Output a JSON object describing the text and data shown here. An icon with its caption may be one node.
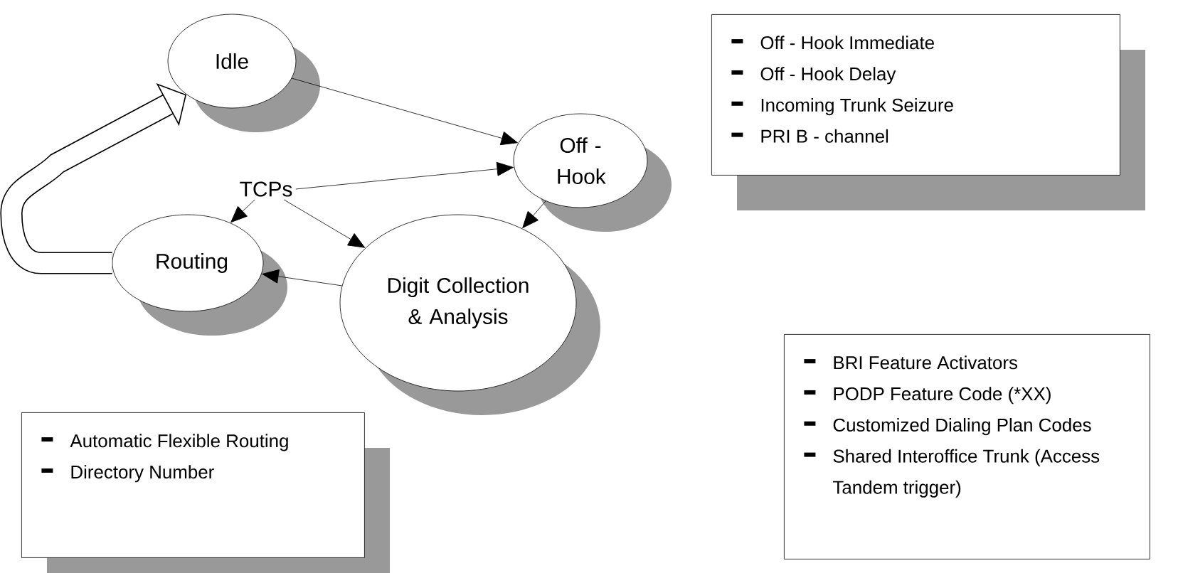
{
  "diagram": {
    "nodes": [
      {
        "text": [
          "Idle"
        ]
      },
      {
        "text": [
          "Off - Hook"
        ]
      },
      {
        "text": [
          "TCPs"
        ]
      },
      {
        "text": [
          "Routing"
        ]
      },
      {
        "text": [
          "Digit Collection & Analysis"
        ]
      },
      {
        "text": [
          "Off - Hook Immediate",
          "Off - Hook Delay",
          "Incoming Trunk Seizure",
          "PRI B - channel"
        ]
      },
      {
        "text": [
          "BRI Feature Activators",
          "PODP Feature Code (*XX)",
          "Customized Dialing Plan Codes",
          "Shared Interoffice Trunk (Access Tandem trigger)"
        ]
      },
      {
        "text": [
          "Automatic Flexible Routing",
          "Directory Number"
        ]
      }
    ],
    "edges": [
      {
        "from": 0,
        "to": 1,
        "arrow": "to"
      },
      {
        "from": 2,
        "to": 1,
        "arrow": "to"
      },
      {
        "from": 2,
        "to": 3,
        "arrow": "to"
      },
      {
        "from": 2,
        "to": 4,
        "arrow": "to"
      },
      {
        "from": 1,
        "to": 4,
        "arrow": "to"
      },
      {
        "from": 4,
        "to": 3,
        "arrow": "to"
      },
      {
        "from": 3,
        "to": 0,
        "arrow": "to",
        "style": "thick"
      }
    ]
  }
}
